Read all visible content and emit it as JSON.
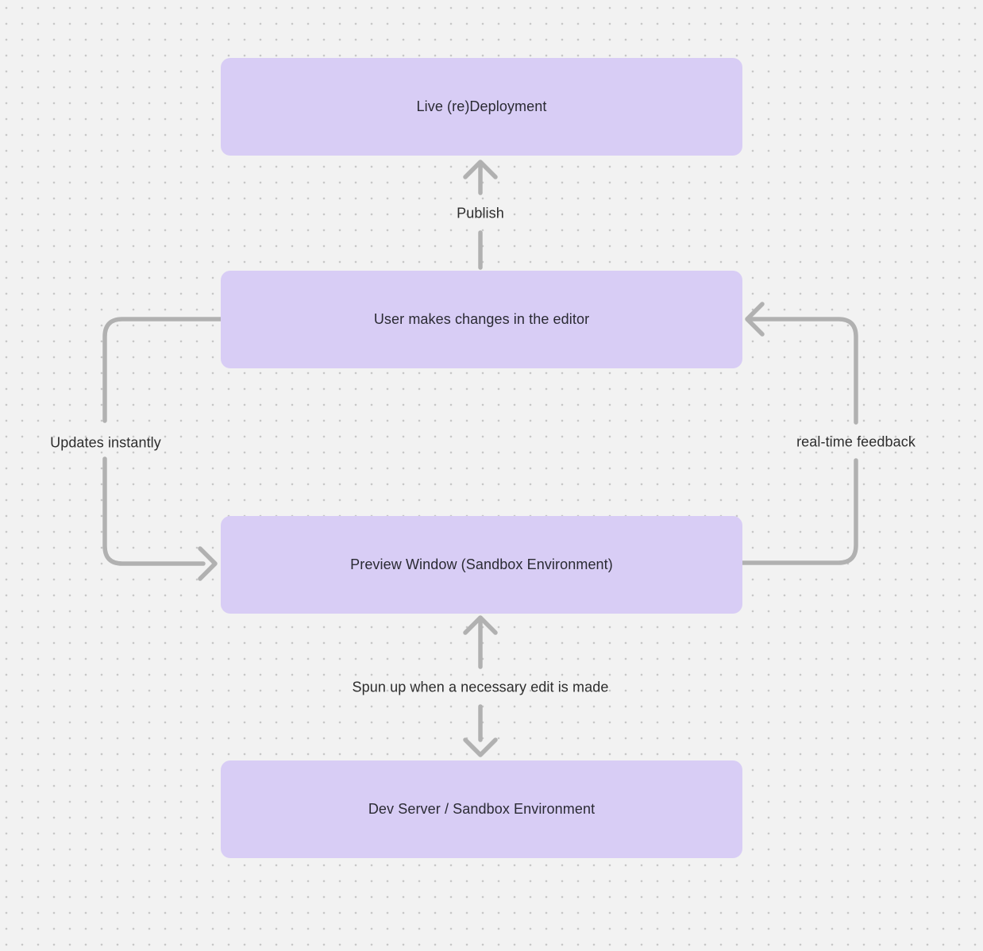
{
  "nodes": [
    {
      "label": "Live (re)Deployment"
    },
    {
      "label": "User makes changes in the editor"
    },
    {
      "label": "Preview Window (Sandbox Environment)"
    },
    {
      "label": "Dev Server / Sandbox Environment"
    }
  ],
  "edges": [
    {
      "label": "Publish",
      "from": "User makes changes in the editor",
      "to": "Live (re)Deployment",
      "direction": "up"
    },
    {
      "label": "Updates instantly",
      "from": "User makes changes in the editor",
      "to": "Preview Window (Sandbox Environment)",
      "direction": "down-left-loop"
    },
    {
      "label": "real-time feedback",
      "from": "Preview Window (Sandbox Environment)",
      "to": "User makes changes in the editor",
      "direction": "up-right-loop"
    },
    {
      "label": "Spun up when a necessary edit is made",
      "from": "Preview Window (Sandbox Environment)",
      "to": "Dev Server / Sandbox Environment",
      "direction": "both"
    }
  ],
  "colors": {
    "background": "#f2f2f2",
    "dot_color": "#c7c7c7",
    "node_fill": "#d8cdf5",
    "node_text": "#2a2a33",
    "edge_stroke": "#b1b1b1",
    "edge_text": "#2d2d2d"
  }
}
